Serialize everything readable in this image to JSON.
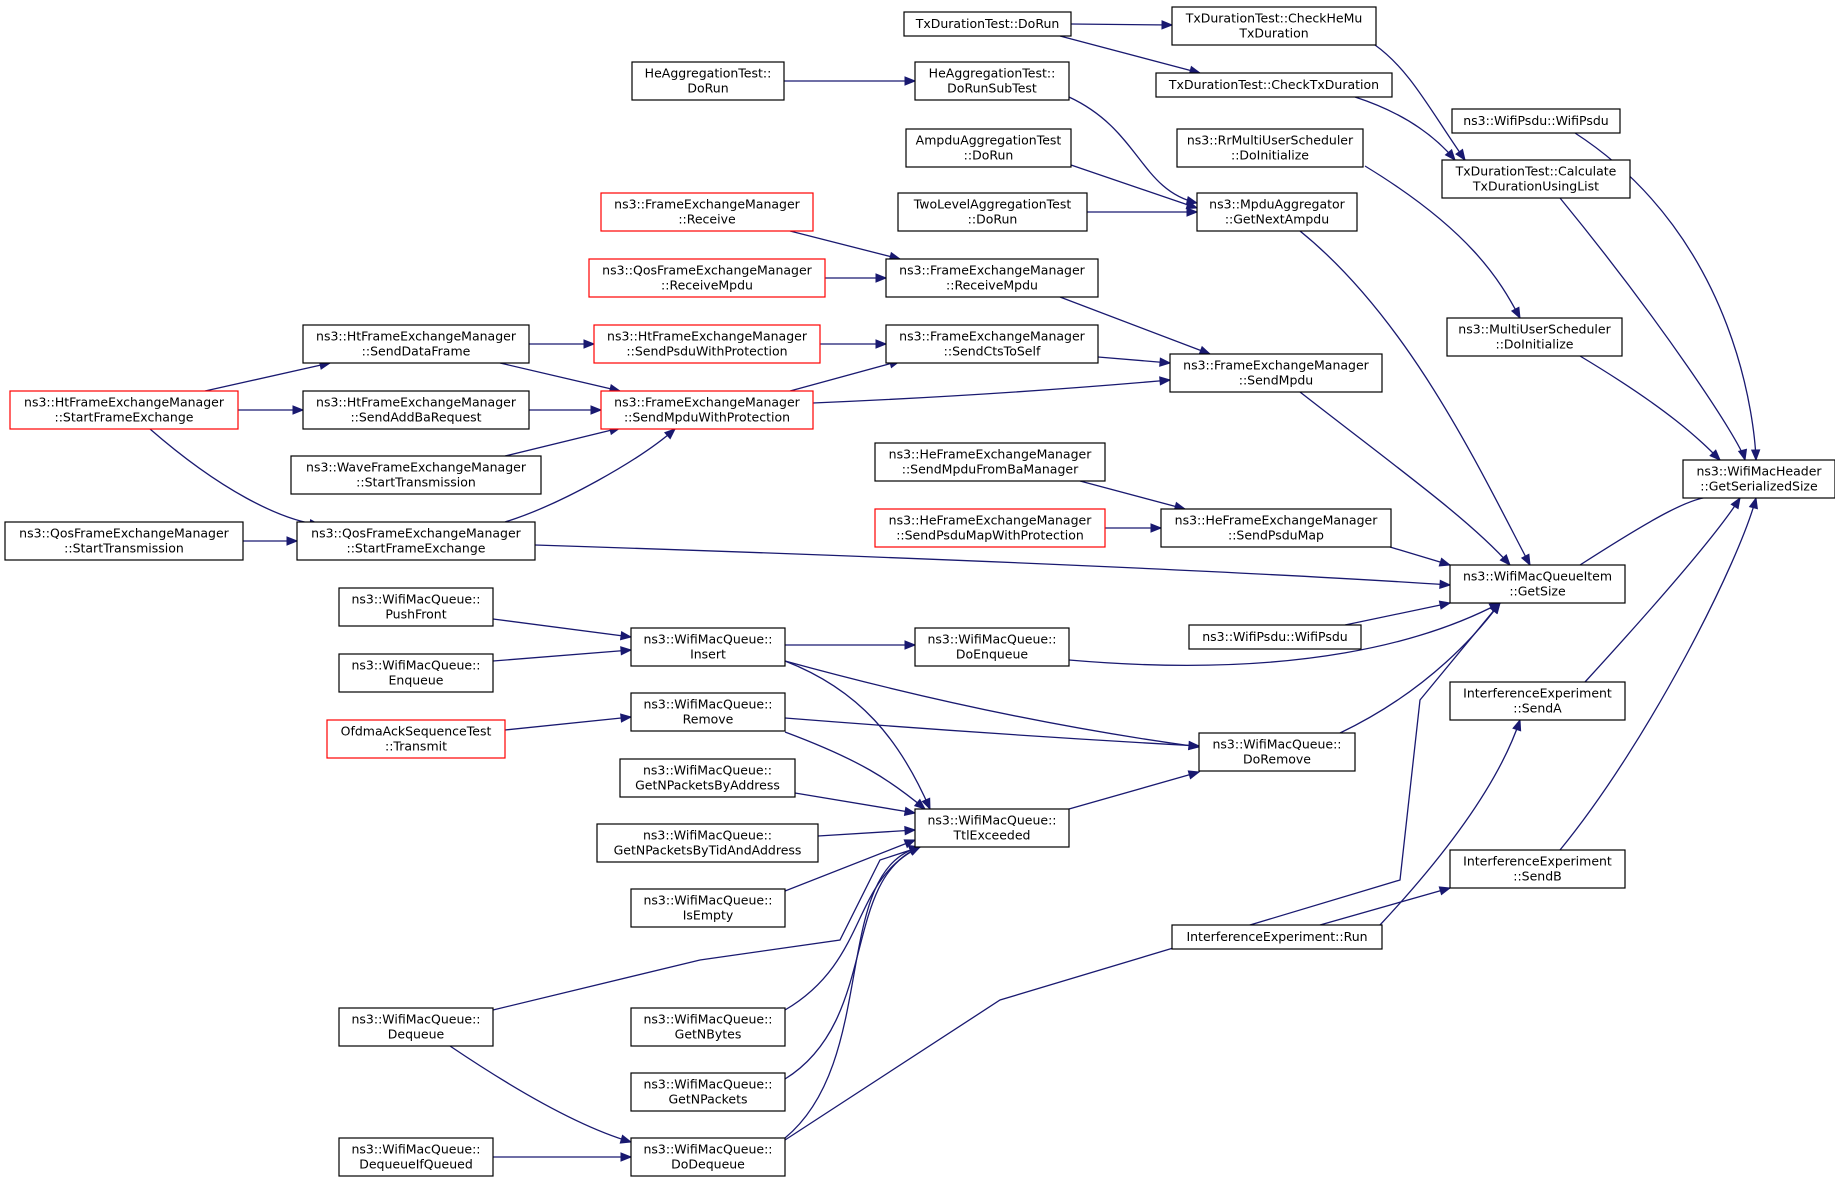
{
  "colors": {
    "edge": "#191970",
    "node_border": "#000000",
    "node_truncated_border": "#ff0000",
    "focus_fill": "#bfbfbf",
    "background": "#ffffff"
  },
  "focus_node": "target",
  "nodes": [
    {
      "id": "target",
      "lines": [
        "ns3::WifiMacHeader",
        "::GetSerializedSize"
      ],
      "style": "focus"
    },
    {
      "id": "psduCtor1",
      "lines": [
        "ns3::WifiPsdu::WifiPsdu"
      ],
      "style": "normal"
    },
    {
      "id": "calcTx",
      "lines": [
        "TxDurationTest::Calculate",
        "TxDurationUsingList"
      ],
      "style": "normal"
    },
    {
      "id": "muInit",
      "lines": [
        "ns3::MultiUserScheduler",
        "::DoInitialize"
      ],
      "style": "normal"
    },
    {
      "id": "getSize",
      "lines": [
        "ns3::WifiMacQueueItem",
        "::GetSize"
      ],
      "style": "normal"
    },
    {
      "id": "sendA",
      "lines": [
        "InterferenceExperiment",
        "::SendA"
      ],
      "style": "normal"
    },
    {
      "id": "sendB",
      "lines": [
        "InterferenceExperiment",
        "::SendB"
      ],
      "style": "normal"
    },
    {
      "id": "checkHeMu",
      "lines": [
        "TxDurationTest::CheckHeMu",
        "TxDuration"
      ],
      "style": "normal"
    },
    {
      "id": "checkTx",
      "lines": [
        "TxDurationTest::CheckTxDuration"
      ],
      "style": "normal"
    },
    {
      "id": "txDoRun",
      "lines": [
        "TxDurationTest::DoRun"
      ],
      "style": "normal"
    },
    {
      "id": "rrInit",
      "lines": [
        "ns3::RrMultiUserScheduler",
        "::DoInitialize"
      ],
      "style": "normal"
    },
    {
      "id": "getNextAmpdu",
      "lines": [
        "ns3::MpduAggregator",
        "::GetNextAmpdu"
      ],
      "style": "normal"
    },
    {
      "id": "heAggSub",
      "lines": [
        "HeAggregationTest::",
        "DoRunSubTest"
      ],
      "style": "normal"
    },
    {
      "id": "heAggRun",
      "lines": [
        "HeAggregationTest::",
        "DoRun"
      ],
      "style": "normal"
    },
    {
      "id": "ampduRun",
      "lines": [
        "AmpduAggregationTest",
        "::DoRun"
      ],
      "style": "normal"
    },
    {
      "id": "twoLevelRun",
      "lines": [
        "TwoLevelAggregationTest",
        "::DoRun"
      ],
      "style": "normal"
    },
    {
      "id": "sendMpdu",
      "lines": [
        "ns3::FrameExchangeManager",
        "::SendMpdu"
      ],
      "style": "normal"
    },
    {
      "id": "receiveMpdu",
      "lines": [
        "ns3::FrameExchangeManager",
        "::ReceiveMpdu"
      ],
      "style": "normal"
    },
    {
      "id": "sendCts",
      "lines": [
        "ns3::FrameExchangeManager",
        "::SendCtsToSelf"
      ],
      "style": "normal"
    },
    {
      "id": "femReceive",
      "lines": [
        "ns3::FrameExchangeManager",
        "::Receive"
      ],
      "style": "truncated"
    },
    {
      "id": "qosReceiveMpdu",
      "lines": [
        "ns3::QosFrameExchangeManager",
        "::ReceiveMpdu"
      ],
      "style": "truncated"
    },
    {
      "id": "sendMpduProt",
      "lines": [
        "ns3::FrameExchangeManager",
        "::SendMpduWithProtection"
      ],
      "style": "truncated"
    },
    {
      "id": "htSendPsduProt",
      "lines": [
        "ns3::HtFrameExchangeManager",
        "::SendPsduWithProtection"
      ],
      "style": "truncated"
    },
    {
      "id": "htSendData",
      "lines": [
        "ns3::HtFrameExchangeManager",
        "::SendDataFrame"
      ],
      "style": "normal"
    },
    {
      "id": "htStartFE",
      "lines": [
        "ns3::HtFrameExchangeManager",
        "::StartFrameExchange"
      ],
      "style": "truncated"
    },
    {
      "id": "htSendAddBa",
      "lines": [
        "ns3::HtFrameExchangeManager",
        "::SendAddBaRequest"
      ],
      "style": "normal"
    },
    {
      "id": "waveStart",
      "lines": [
        "ns3::WaveFrameExchangeManager",
        "::StartTransmission"
      ],
      "style": "normal"
    },
    {
      "id": "qosStartFE",
      "lines": [
        "ns3::QosFrameExchangeManager",
        "::StartFrameExchange"
      ],
      "style": "normal"
    },
    {
      "id": "qosStartTx",
      "lines": [
        "ns3::QosFrameExchangeManager",
        "::StartTransmission"
      ],
      "style": "normal"
    },
    {
      "id": "heSendPsduMap",
      "lines": [
        "ns3::HeFrameExchangeManager",
        "::SendPsduMap"
      ],
      "style": "normal"
    },
    {
      "id": "heSendMpduBa",
      "lines": [
        "ns3::HeFrameExchangeManager",
        "::SendMpduFromBaManager"
      ],
      "style": "normal"
    },
    {
      "id": "heSendPsduMapProt",
      "lines": [
        "ns3::HeFrameExchangeManager",
        "::SendPsduMapWithProtection"
      ],
      "style": "truncated"
    },
    {
      "id": "psduCtor2",
      "lines": [
        "ns3::WifiPsdu::WifiPsdu"
      ],
      "style": "normal"
    },
    {
      "id": "doEnqueue",
      "lines": [
        "ns3::WifiMacQueue::",
        "DoEnqueue"
      ],
      "style": "normal"
    },
    {
      "id": "insert",
      "lines": [
        "ns3::WifiMacQueue::",
        "Insert"
      ],
      "style": "normal"
    },
    {
      "id": "pushFront",
      "lines": [
        "ns3::WifiMacQueue::",
        "PushFront"
      ],
      "style": "normal"
    },
    {
      "id": "enqueue",
      "lines": [
        "ns3::WifiMacQueue::",
        "Enqueue"
      ],
      "style": "normal"
    },
    {
      "id": "doRemove",
      "lines": [
        "ns3::WifiMacQueue::",
        "DoRemove"
      ],
      "style": "normal"
    },
    {
      "id": "remove",
      "lines": [
        "ns3::WifiMacQueue::",
        "Remove"
      ],
      "style": "normal"
    },
    {
      "id": "ofdmaTransmit",
      "lines": [
        "OfdmaAckSequenceTest",
        "::Transmit"
      ],
      "style": "truncated"
    },
    {
      "id": "ttl",
      "lines": [
        "ns3::WifiMacQueue::",
        "TtlExceeded"
      ],
      "style": "normal"
    },
    {
      "id": "getNPktAddr",
      "lines": [
        "ns3::WifiMacQueue::",
        "GetNPacketsByAddress"
      ],
      "style": "normal"
    },
    {
      "id": "getNPktTid",
      "lines": [
        "ns3::WifiMacQueue::",
        "GetNPacketsByTidAndAddress"
      ],
      "style": "normal"
    },
    {
      "id": "isEmpty",
      "lines": [
        "ns3::WifiMacQueue::",
        "IsEmpty"
      ],
      "style": "normal"
    },
    {
      "id": "dequeue",
      "lines": [
        "ns3::WifiMacQueue::",
        "Dequeue"
      ],
      "style": "normal"
    },
    {
      "id": "getNBytes",
      "lines": [
        "ns3::WifiMacQueue::",
        "GetNBytes"
      ],
      "style": "normal"
    },
    {
      "id": "getNPackets",
      "lines": [
        "ns3::WifiMacQueue::",
        "GetNPackets"
      ],
      "style": "normal"
    },
    {
      "id": "doDequeue",
      "lines": [
        "ns3::WifiMacQueue::",
        "DoDequeue"
      ],
      "style": "normal"
    },
    {
      "id": "dequeueIfQueued",
      "lines": [
        "ns3::WifiMacQueue::",
        "DequeueIfQueued"
      ],
      "style": "normal"
    },
    {
      "id": "ieRun",
      "lines": [
        "InterferenceExperiment::Run"
      ],
      "style": "normal"
    }
  ],
  "edges": [
    {
      "from": "psduCtor1",
      "to": "target"
    },
    {
      "from": "calcTx",
      "to": "target"
    },
    {
      "from": "muInit",
      "to": "target"
    },
    {
      "from": "getSize",
      "to": "target"
    },
    {
      "from": "sendA",
      "to": "target"
    },
    {
      "from": "sendB",
      "to": "target"
    },
    {
      "from": "checkHeMu",
      "to": "calcTx"
    },
    {
      "from": "checkTx",
      "to": "calcTx"
    },
    {
      "from": "txDoRun",
      "to": "checkHeMu"
    },
    {
      "from": "txDoRun",
      "to": "checkTx"
    },
    {
      "from": "rrInit",
      "to": "muInit"
    },
    {
      "from": "getNextAmpdu",
      "to": "getSize"
    },
    {
      "from": "sendMpdu",
      "to": "getSize"
    },
    {
      "from": "heSendPsduMap",
      "to": "getSize"
    },
    {
      "from": "qosStartFE",
      "to": "getSize"
    },
    {
      "from": "psduCtor2",
      "to": "getSize"
    },
    {
      "from": "doEnqueue",
      "to": "getSize"
    },
    {
      "from": "doRemove",
      "to": "getSize"
    },
    {
      "from": "doDequeue",
      "to": "getSize"
    },
    {
      "from": "heAggSub",
      "to": "getNextAmpdu"
    },
    {
      "from": "ampduRun",
      "to": "getNextAmpdu"
    },
    {
      "from": "twoLevelRun",
      "to": "getNextAmpdu"
    },
    {
      "from": "heAggRun",
      "to": "heAggSub"
    },
    {
      "from": "receiveMpdu",
      "to": "sendMpdu"
    },
    {
      "from": "sendCts",
      "to": "sendMpdu"
    },
    {
      "from": "sendMpduProt",
      "to": "sendMpdu"
    },
    {
      "from": "femReceive",
      "to": "receiveMpdu"
    },
    {
      "from": "qosReceiveMpdu",
      "to": "receiveMpdu"
    },
    {
      "from": "htSendPsduProt",
      "to": "sendCts"
    },
    {
      "from": "sendMpduProt",
      "to": "sendCts"
    },
    {
      "from": "htSendData",
      "to": "htSendPsduProt"
    },
    {
      "from": "htSendData",
      "to": "sendMpduProt"
    },
    {
      "from": "htSendAddBa",
      "to": "sendMpduProt"
    },
    {
      "from": "waveStart",
      "to": "sendMpduProt"
    },
    {
      "from": "qosStartFE",
      "to": "sendMpduProt"
    },
    {
      "from": "htStartFE",
      "to": "htSendData"
    },
    {
      "from": "htStartFE",
      "to": "htSendAddBa"
    },
    {
      "from": "htStartFE",
      "to": "qosStartFE"
    },
    {
      "from": "qosStartTx",
      "to": "qosStartFE"
    },
    {
      "from": "heSendMpduBa",
      "to": "heSendPsduMap"
    },
    {
      "from": "heSendPsduMapProt",
      "to": "heSendPsduMap"
    },
    {
      "from": "insert",
      "to": "doEnqueue"
    },
    {
      "from": "pushFront",
      "to": "insert"
    },
    {
      "from": "enqueue",
      "to": "insert"
    },
    {
      "from": "insert",
      "to": "doRemove"
    },
    {
      "from": "remove",
      "to": "doRemove"
    },
    {
      "from": "ttl",
      "to": "doRemove"
    },
    {
      "from": "ofdmaTransmit",
      "to": "remove"
    },
    {
      "from": "insert",
      "to": "ttl"
    },
    {
      "from": "remove",
      "to": "ttl"
    },
    {
      "from": "getNPktAddr",
      "to": "ttl"
    },
    {
      "from": "getNPktTid",
      "to": "ttl"
    },
    {
      "from": "isEmpty",
      "to": "ttl"
    },
    {
      "from": "dequeue",
      "to": "ttl"
    },
    {
      "from": "getNBytes",
      "to": "ttl"
    },
    {
      "from": "getNPackets",
      "to": "ttl"
    },
    {
      "from": "doDequeue",
      "to": "ttl"
    },
    {
      "from": "dequeue",
      "to": "doDequeue"
    },
    {
      "from": "dequeueIfQueued",
      "to": "doDequeue"
    },
    {
      "from": "ieRun",
      "to": "sendA"
    },
    {
      "from": "ieRun",
      "to": "sendB"
    }
  ]
}
